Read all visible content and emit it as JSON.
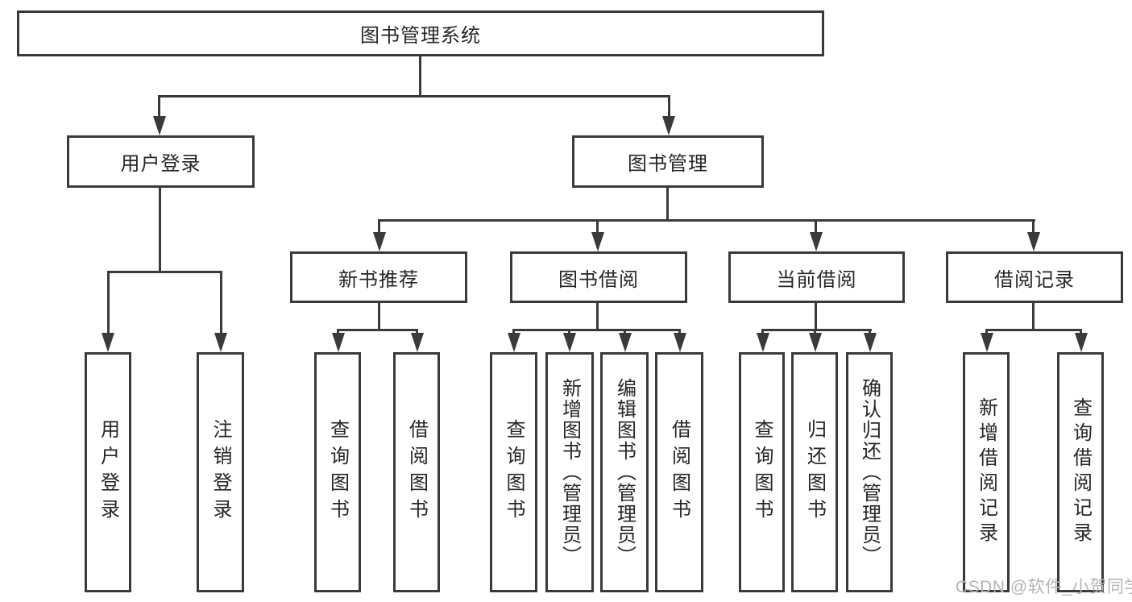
{
  "diagram": {
    "root": {
      "label": "图书管理系统"
    },
    "user_login": {
      "label": "用户登录",
      "children": [
        {
          "label": "用户登录"
        },
        {
          "label": "注销登录"
        }
      ]
    },
    "book_management": {
      "label": "图书管理",
      "children": [
        {
          "label": "新书推荐",
          "children": [
            {
              "label": "查询图书"
            },
            {
              "label": "借阅图书"
            }
          ]
        },
        {
          "label": "图书借阅",
          "children": [
            {
              "label": "查询图书"
            },
            {
              "label": "新增图书（管理员）"
            },
            {
              "label": "编辑图书（管理员）"
            },
            {
              "label": "借阅图书"
            }
          ]
        },
        {
          "label": "当前借阅",
          "children": [
            {
              "label": "查询图书"
            },
            {
              "label": "归还图书"
            },
            {
              "label": "确认归还（管理员）"
            }
          ]
        },
        {
          "label": "借阅记录",
          "children": [
            {
              "label": "新增借阅记录"
            },
            {
              "label": "查询借阅记录"
            }
          ]
        }
      ]
    },
    "watermark": "CSDN @软件_小贺同学",
    "colors": {
      "line": "#3a3a3a",
      "text": "#262626",
      "watermark": "#b5b5b5",
      "background": "#ffffff"
    }
  }
}
